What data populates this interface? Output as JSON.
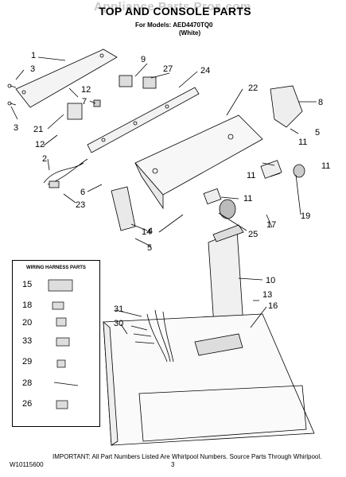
{
  "header": {
    "watermark": "Appliance Parts Pros.com",
    "title": "TOP AND CONSOLE PARTS",
    "models_line": "For Models: AED4470TQ0",
    "color_line": "(White)"
  },
  "inset": {
    "title": "WIRING HARNESS PARTS"
  },
  "callouts": {
    "c1": "1",
    "c3a": "3",
    "c3b": "3",
    "c9": "9",
    "c27": "27",
    "c24": "24",
    "c22": "22",
    "c8": "8",
    "c5a": "5",
    "c12a": "12",
    "c7": "7",
    "c21": "21",
    "c12b": "12",
    "c2": "2",
    "c6": "6",
    "c23": "23",
    "c11a": "11",
    "c11b": "11",
    "c11c": "11",
    "c17": "17",
    "c19": "19",
    "c14": "14",
    "c4": "4",
    "c5b": "5",
    "c25": "25",
    "c10": "10",
    "c13": "13",
    "c16": "16",
    "c31": "31",
    "c30": "30",
    "c15": "15",
    "c18": "18",
    "c20": "20",
    "c33": "33",
    "c29": "29",
    "c28": "28",
    "c26": "26"
  },
  "footer": {
    "note": "IMPORTANT: All Part Numbers Listed Are Whirlpool Numbers. Source Parts Through Whirlpool.",
    "doc_code": "W10115600",
    "page_number": "3"
  }
}
